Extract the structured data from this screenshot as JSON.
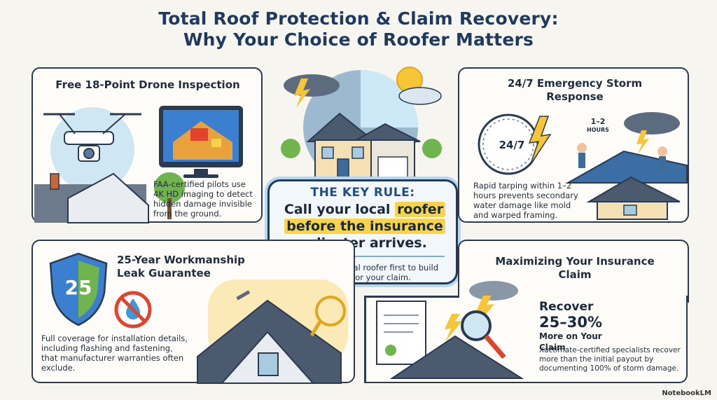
{
  "title": {
    "line1": "Total Roof Protection & Claim Recovery:",
    "line2": "Why Your Choice of Roofer Matters"
  },
  "drone_panel": {
    "heading": "Free 18-Point Drone Inspection",
    "description": "FAA-certified pilots use 4K HD imaging to detect hidden damage invisible from the ground."
  },
  "storm_panel": {
    "heading": "24/7 Emergency Storm Response",
    "clock_label": "24/7",
    "hours_label_1": "1–2",
    "hours_label_2": "HOURS",
    "description": "Rapid tarping within 1–2 hours prevents secondary water damage like mold and warped framing."
  },
  "key_rule": {
    "label": "THE KEY RULE:",
    "main_pre": "Call your local ",
    "main_highlight_1": "roofer",
    "main_highlight_2": "before the insurance",
    "main_post": "adjuster arrives.",
    "sub": "Contact your local roofer first to build leverage for your claim."
  },
  "guarantee_panel": {
    "heading": "25-Year Workmanship Leak Guarantee",
    "shield_number": "25",
    "description": "Full coverage for installation details, including flashing and fastening, that manufacturer warranties often exclude."
  },
  "claim_panel": {
    "heading": "Maximizing Your Insurance Claim",
    "recover_label": "Recover",
    "recover_value": "25–30%",
    "recover_suffix": "More on Your Claim",
    "description": "Xactimate-certified specialists recover more than the initial payout by documenting 100% of storm damage."
  },
  "brand": "NotebookLM",
  "colors": {
    "navy": "#1f3a5f",
    "highlight": "#f7d44a",
    "sky": "#cfe6f3",
    "roof": "#4b5a6e"
  }
}
